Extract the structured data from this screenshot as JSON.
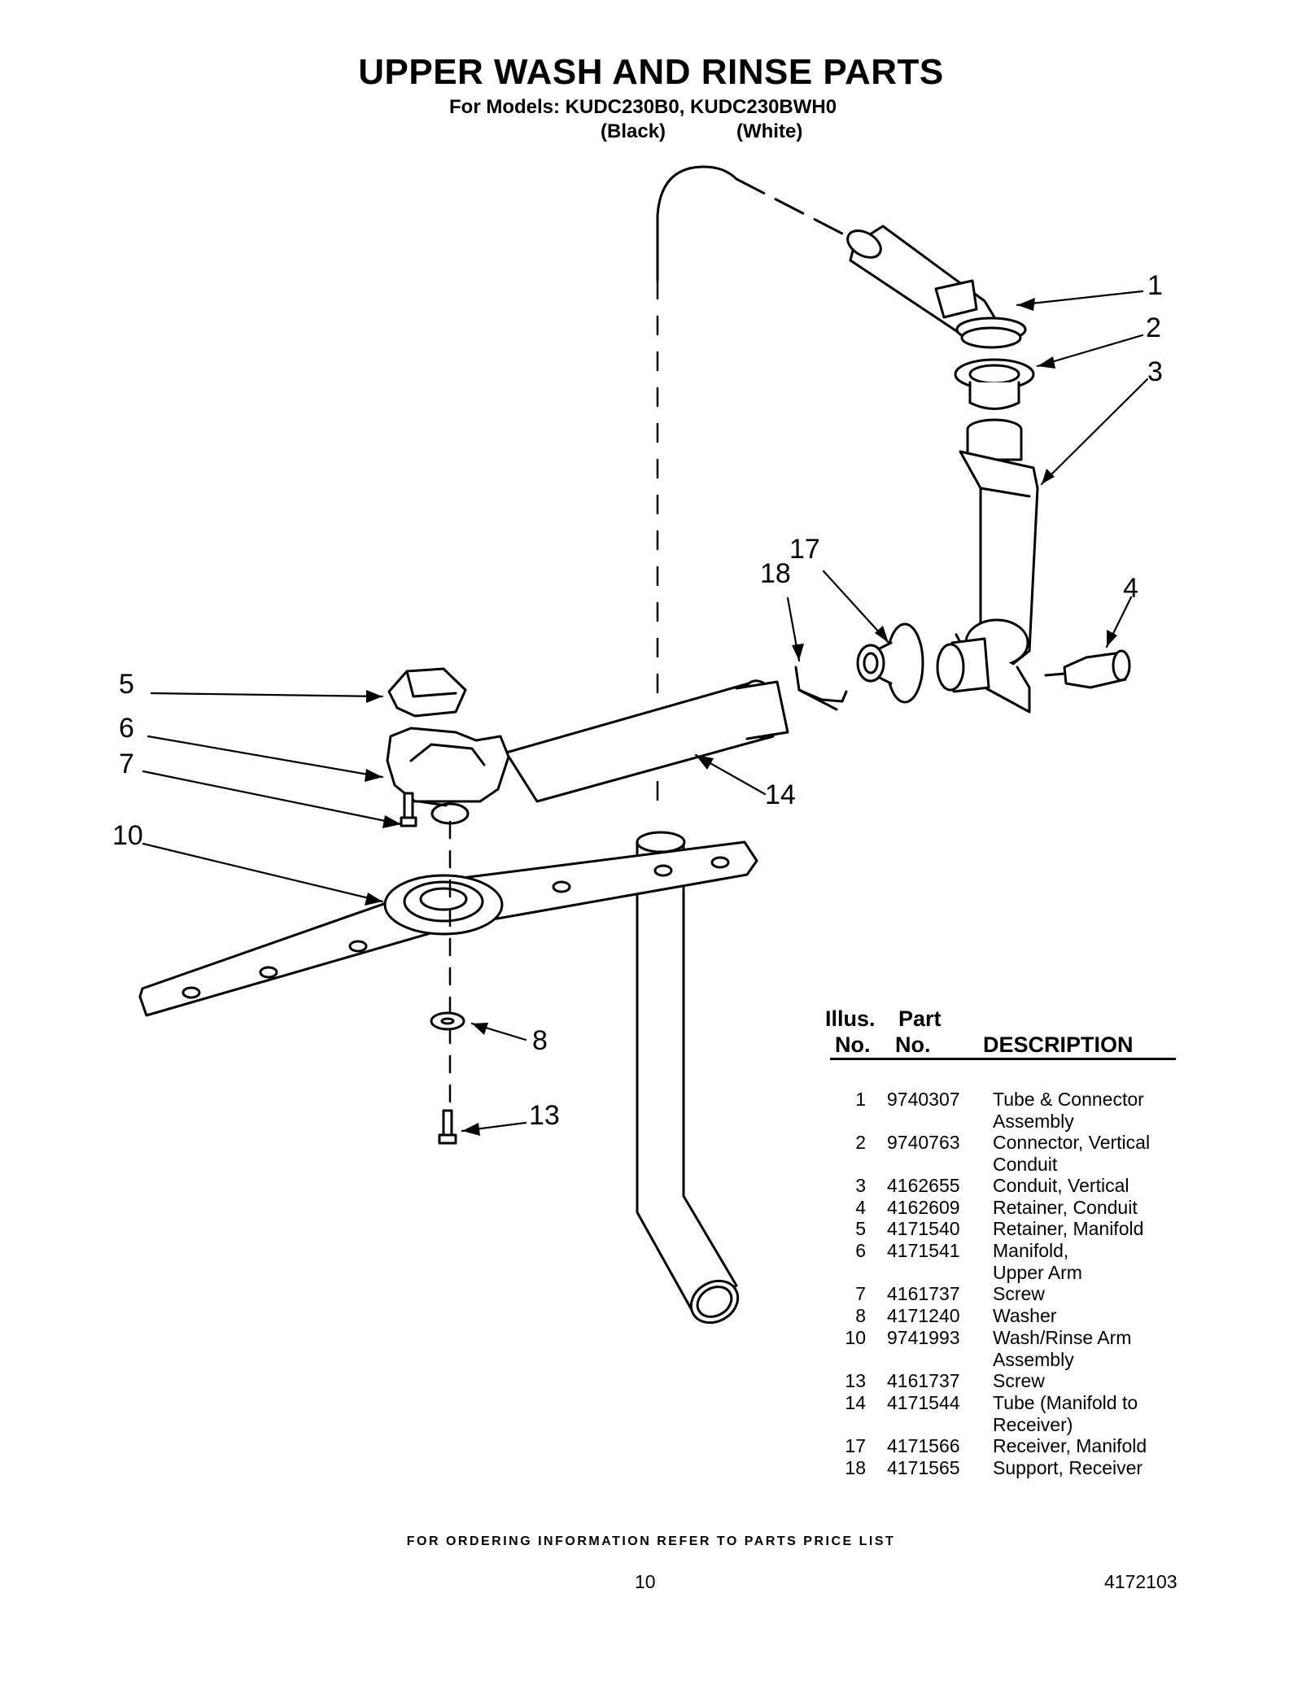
{
  "header": {
    "title": "UPPER WASH AND RINSE PARTS",
    "models": "For Models: KUDC230B0, KUDC230BWH0",
    "variant_black": "(Black)",
    "variant_white": "(White)"
  },
  "callouts": [
    "1",
    "2",
    "3",
    "4",
    "5",
    "6",
    "7",
    "10",
    "14",
    "17",
    "18",
    "8",
    "13"
  ],
  "table": {
    "header_illus_line1": "Illus.",
    "header_illus_line2": "No.",
    "header_part_line1": "Part",
    "header_part_line2": "No.",
    "header_description": "DESCRIPTION",
    "rows": [
      {
        "no": "1",
        "part": "9740307",
        "desc": "Tube & Connector Assembly"
      },
      {
        "no": "2",
        "part": "9740763",
        "desc": "Connector, Vertical Conduit"
      },
      {
        "no": "3",
        "part": "4162655",
        "desc": "Conduit, Vertical"
      },
      {
        "no": "4",
        "part": "4162609",
        "desc": "Retainer, Conduit"
      },
      {
        "no": "5",
        "part": "4171540",
        "desc": "Retainer, Manifold"
      },
      {
        "no": "6",
        "part": "4171541",
        "desc": "Manifold, Upper Arm"
      },
      {
        "no": "7",
        "part": "4161737",
        "desc": "Screw"
      },
      {
        "no": "8",
        "part": "4171240",
        "desc": "Washer"
      },
      {
        "no": "10",
        "part": "9741993",
        "desc": "Wash/Rinse Arm Assembly"
      },
      {
        "no": "13",
        "part": "4161737",
        "desc": "Screw"
      },
      {
        "no": "14",
        "part": "4171544",
        "desc": "Tube (Manifold to Receiver)"
      },
      {
        "no": "17",
        "part": "4171566",
        "desc": "Receiver, Manifold"
      },
      {
        "no": "18",
        "part": "4171565",
        "desc": "Support, Receiver"
      }
    ]
  },
  "footer": {
    "ordering_note": "FOR ORDERING INFORMATION REFER TO PARTS PRICE LIST",
    "page_number": "10",
    "doc_number": "4172103"
  }
}
